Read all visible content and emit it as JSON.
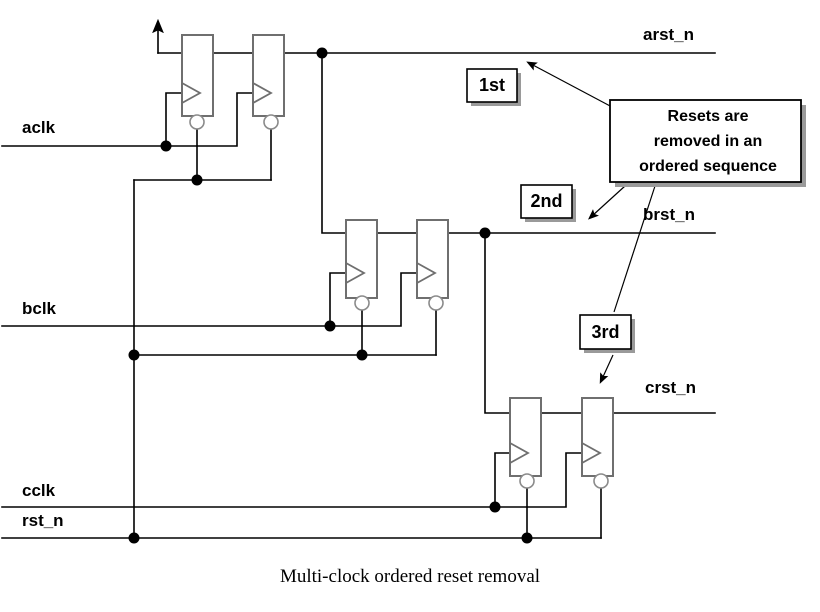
{
  "diagram": {
    "caption": "Multi-clock ordered reset removal",
    "title": "Multi-clock ordered reset removal",
    "colors": {
      "wire": "#000000",
      "box_outline": "#6f6f6f",
      "callout_border": "#000000",
      "shadow": "#9a9a9a",
      "background": "#ffffff"
    },
    "inputs": [
      {
        "name": "aclk-input",
        "label": "aclk"
      },
      {
        "name": "bclk-input",
        "label": "bclk"
      },
      {
        "name": "cclk-input",
        "label": "cclk"
      },
      {
        "name": "rst_n-input",
        "label": "rst_n"
      }
    ],
    "outputs": [
      {
        "name": "arst_n-output",
        "label": "arst_n"
      },
      {
        "name": "brst_n-output",
        "label": "brst_n"
      },
      {
        "name": "crst_n-output",
        "label": "crst_n"
      }
    ],
    "badges": [
      {
        "name": "order-badge-1",
        "label": "1st"
      },
      {
        "name": "order-badge-2",
        "label": "2nd"
      },
      {
        "name": "order-badge-3",
        "label": "3rd"
      }
    ],
    "callout": {
      "line1": "Resets are",
      "line2": "removed in an",
      "line3": "ordered sequence"
    },
    "flipflop_stages": [
      {
        "name": "aclk-sync-stage",
        "clock": "aclk",
        "output": "arst_n",
        "ff_count": 2
      },
      {
        "name": "bclk-sync-stage",
        "clock": "bclk",
        "output": "brst_n",
        "ff_count": 2
      },
      {
        "name": "cclk-sync-stage",
        "clock": "cclk",
        "output": "crst_n",
        "ff_count": 2
      }
    ]
  }
}
